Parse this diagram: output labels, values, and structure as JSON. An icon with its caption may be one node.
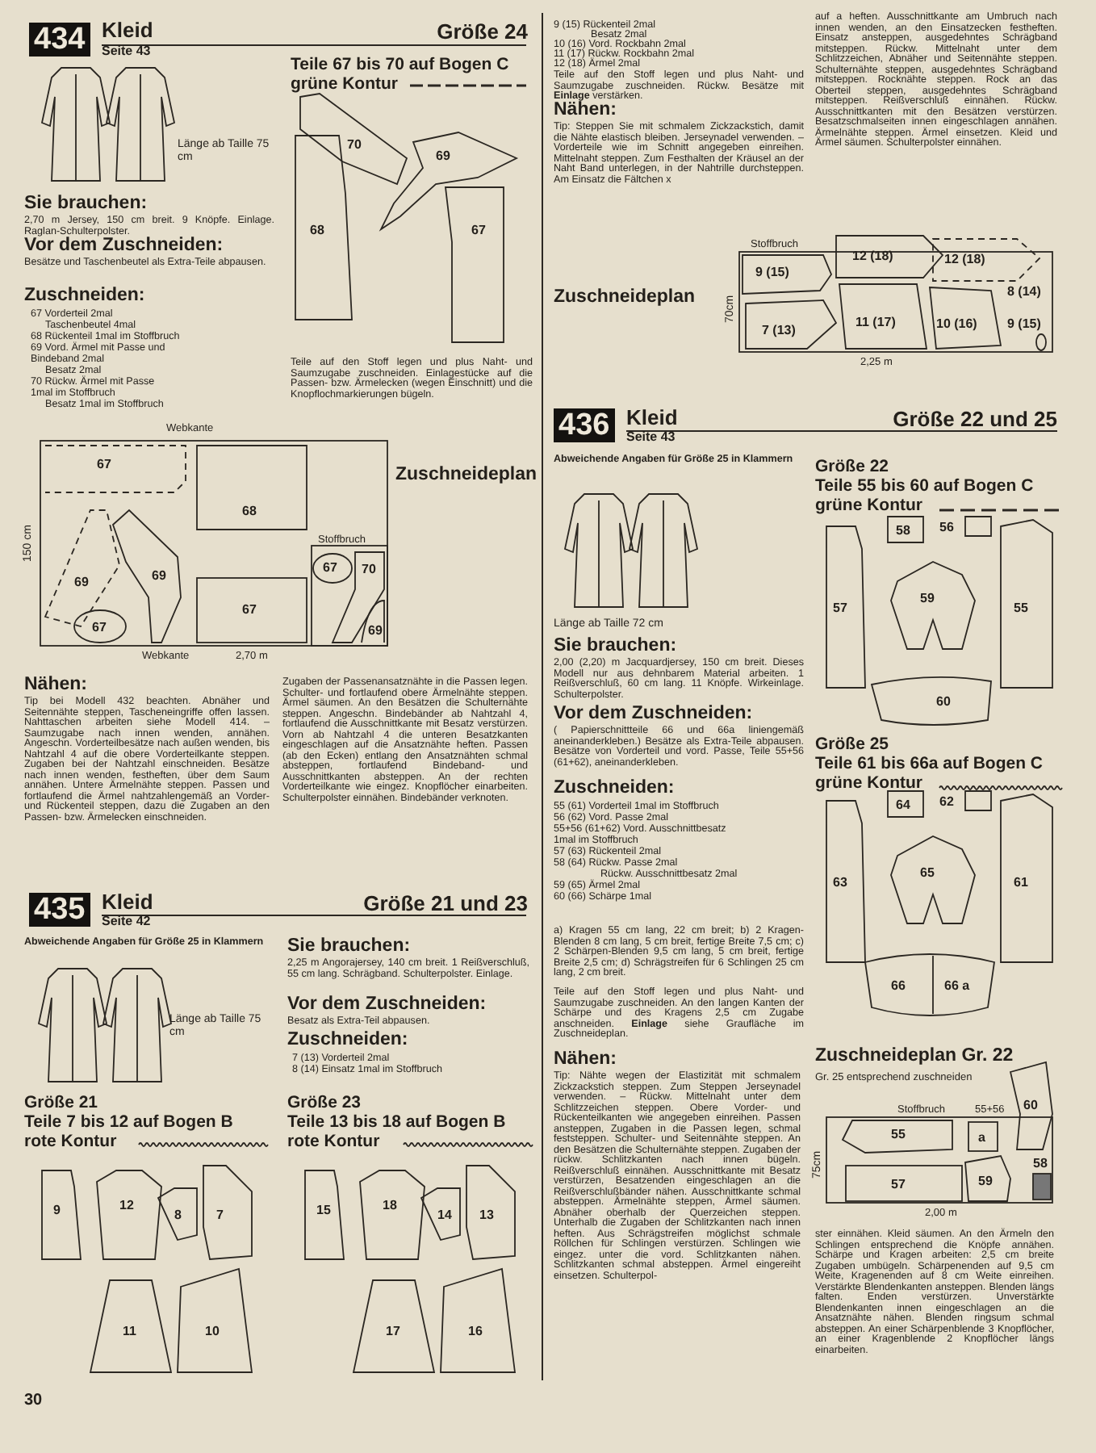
{
  "diagram": {
    "labels": [
      "434",
      "Kleid",
      "Seite 43",
      "Größe 24",
      "Teile 67 bis 70 auf Bogen C grüne Kontur",
      "Länge ab Taille 75 cm",
      "Sie brauchen:",
      "2,70 m Jersey, 150 cm breit. 9 Knöpfe. Einlage. Raglan-Schulterpolster.",
      "Vor dem Zuschneiden:",
      "Besätze und Taschenbeutel als Extra-Teile abpausen.",
      "Zuschneiden:",
      "67 Vorderteil 2mal",
      "Taschenbeutel 4mal",
      "68 Rückenteil 1mal im Stoffbruch",
      "69 Vord. Ärmel mit Passe und Bindeband 2mal",
      "Besatz 2mal",
      "70 Rückw. Ärmel mit Passe 1mal im Stoffbruch",
      "Besatz 1mal im Stoffbruch",
      "70",
      "69",
      "68",
      "67",
      "Teile auf den Stoff legen und plus Naht- und Saumzugabe zuschneiden. Einlagestücke auf die Passen- bzw. Ärmelecken (wegen Einschnitt) und die Knopflochmarkierungen bügeln.",
      "Webkante",
      "Zuschneideplan",
      "150 cm",
      "67",
      "68",
      "Stoffbruch",
      "69",
      "69",
      "67",
      "70",
      "67",
      "67",
      "69",
      "Webkante",
      "2,70 m",
      "Nähen:",
      "Tip bei Modell 432 beachten. Abnäher und Seitennähte steppen, Tascheneingriffe offen lassen. Nahttaschen arbeiten siehe Modell 414. – Saumzugabe nach innen wenden, annähen. Angeschn. Vorderteilbesätze nach außen wenden, bis Nahtzahl 4 auf die obere Vorderteilkante steppen. Zugaben bei der Nahtzahl einschneiden. Besätze nach innen wenden, festheften, über dem Saum annähen. Untere Ärmelnähte steppen. Passen und fortlaufend die Ärmel nahtzahlengemäß an Vorder- und Rückenteil steppen, dazu die Zugaben an den Passen- bzw. Ärmelecken einschneiden.",
      "Zugaben der Passenansatznähte in die Passen legen. Schulter- und fortlaufend obere Ärmelnähte steppen. Ärmel säumen. An den Besätzen die Schulternähte steppen. Angeschn. Bindebänder ab Nahtzahl 4, fortlaufend die Ausschnittkante mit Besatz verstürzen. Vorn ab Nahtzahl 4 die unteren Besatzkanten eingeschlagen auf die Ansatznähte heften. Passen (ab den Ecken) entlang den Ansatznähten schmal absteppen, fortlaufend Bindeband- und Ausschnittkanten absteppen. An der rechten Vorderteilkante wie eingez. Knopflöcher einarbeiten. Schulterpolster einnähen. Bindebänder verknoten.",
      "435",
      "Kleid",
      "Seite 42",
      "Größe 21 und 23",
      "Abweichende Angaben für Größe 25 in Klammern",
      "Sie brauchen:",
      "2,25 m Angorajersey, 140 cm breit. 1 Reißverschluß, 55 cm lang. Schrägband. Schulterpolster. Einlage.",
      "Länge ab Taille 75 cm",
      "Vor dem Zuschneiden:",
      "Besatz als Extra-Teil abpausen.",
      "Zuschneiden:",
      "7 (13) Vorderteil 2mal",
      "8 (14) Einsatz 1mal im Stoffbruch",
      "Größe 21",
      "Teile 7 bis 12 auf Bogen B rote Kontur",
      "Größe 23",
      "Teile 13 bis 18 auf Bogen B rote Kontur",
      "9",
      "12",
      "8",
      "7",
      "15",
      "18",
      "14",
      "13",
      "11",
      "10",
      "17",
      "16",
      "30",
      "9 (15) Rückenteil 2mal",
      "Besatz 2mal",
      "10 (16) Vord. Rockbahn 2mal",
      "11 (17) Rückw. Rockbahn 2mal",
      "12 (18) Ärmel 2mal",
      "Teile auf den Stoff legen und plus Naht- und Saumzugabe zuschneiden. Rückw. Besätze mit **Einlage** verstärken.",
      "Nähen:",
      "Tip: Steppen Sie mit schmalem Zickzackstich, damit die Nähte elastisch bleiben. Jerseynadel verwenden. – Vorderteile wie im Schnitt angegeben einreihen. Mittelnaht steppen. Zum Festhalten der Kräusel an der Naht Band unterlegen, in der Nahtrille durchsteppen. Am Einsatz die Fältchen x",
      "auf a heften. Ausschnittkante am Umbruch nach innen wenden, an den Einsatzecken festheften. Einsatz ansteppen, ausgedehntes Schrägband mitsteppen. Rückw. Mittelnaht unter dem Schlitzzeichen, Abnäher und Seitennähte steppen. Schulternähte steppen, ausgedehntes Schrägband mitsteppen. Rocknähte steppen. Rock an das Oberteil steppen, ausgedehntes Schrägband mitsteppen. Reißverschluß einnähen. Rückw. Ausschnittkanten mit den Besätzen verstürzen. Besatzschmalseiten innen eingeschlagen annähen. Ärmelnähte steppen. Ärmel einsetzen. Kleid und Ärmel säumen. Schulterpolster einnähen.",
      "Zuschneideplan",
      "Stoffbruch",
      "12 (18)",
      "12 (18)",
      "9 (15)",
      "70cm",
      "8 (14)",
      "7 (13)",
      "11 (17)",
      "10 (16)",
      "9 (15)",
      "2,25 m",
      "436",
      "Kleid",
      "Seite 43",
      "Größe 22 und 25",
      "Abweichende Angaben für Größe 25 in Klammern",
      "Größe 22",
      "Teile 55 bis 60 auf Bogen C grüne Kontur",
      "58",
      "56",
      "57",
      "59",
      "55",
      "60",
      "Länge ab Taille 72 cm",
      "Sie brauchen:",
      "2,00 (2,20) m Jacquardjersey, 150 cm breit. Dieses Modell nur aus dehnbarem Material arbeiten. 1 Reißverschluß, 60 cm lang. 11 Knöpfe. Wirkeinlage. Schulterpolster.",
      "Vor dem Zuschneiden:",
      "( Papierschnittteile 66 und 66a liniengemäß aneinanderkleben.) Besätze als Extra-Teile abpausen. Besätze von Vorderteil und vord. Passe, Teile 55+56 (61+62), aneinanderkleben.",
      "Größe 25",
      "Teile 61 bis 66a auf Bogen C grüne Kontur",
      "Zuschneiden:",
      "55 (61) Vorderteil 1mal im Stoffbruch",
      "56 (62) Vord. Passe 2mal",
      "55+56 (61+62) Vord. Ausschnittbesatz 1mal im Stoffbruch",
      "57 (63) Rückenteil 2mal",
      "58 (64) Rückw. Passe 2mal",
      "Rückw. Ausschnittbesatz 2mal",
      "59 (65) Ärmel 2mal",
      "60 (66) Schärpe 1mal",
      "64",
      "62",
      "63",
      "65",
      "61",
      "a) Kragen 55 cm lang, 22 cm breit; b) 2 Kragen-Blenden 8 cm lang, 5 cm breit, fertige Breite 7,5 cm; c) 2 Schärpen-Blenden 9,5 cm lang, 5 cm breit, fertige Breite 2,5 cm; d) Schrägstreifen für 6 Schlingen 25 cm lang, 2 cm breit.",
      "66",
      "66 a",
      "Teile auf den Stoff legen und plus Naht- und Saumzugabe zuschneiden. An den langen Kanten der Schärpe und des Kragens 2,5 cm Zugabe anschneiden. **Einlage** siehe Graufläche im Zuschneideplan.",
      "Nähen:",
      "Tip: Nähte wegen der Elastizität mit schmalem Zickzackstich steppen. Zum Steppen Jerseynadel verwenden. – Rückw. Mittelnaht unter dem Schlitzzeichen steppen. Obere Vorder- und Rückenteilkanten wie angegeben einreihen. Passen ansteppen, Zugaben in die Passen legen, schmal feststeppen. Schulter- und Seitennähte steppen. An den Besätzen die Schulternähte steppen. Zugaben der rückw. Schlitzkanten nach innen bügeln. Reißverschluß einnähen. Ausschnittkante mit Besatz verstürzen, Besatzenden eingeschlagen an die Reißverschlußbänder nähen. Ausschnittkante schmal absteppen. Ärmelnähte steppen, Ärmel säumen. Abnäher oberhalb der Querzeichen steppen. Unterhalb die Zugaben der Schlitzkanten nach innen heften. Aus Schrägstreifen möglichst schmale Röllchen für Schlingen verstürzen. Schlingen wie eingez. unter die vord. Schlitzkanten nähen. Schlitzkanten schmal absteppen. Ärmel eingereiht einsetzen. Schulterpol-",
      "Zuschneideplan Gr. 22",
      "Gr. 25 entsprechend zuschneiden",
      "Stoffbruch",
      "55+56",
      "60",
      "55",
      "a",
      "75cm",
      "57",
      "59",
      "58",
      "2,00 m",
      "ster einnähen. Kleid säumen. An den Ärmeln den Schlingen entsprechend die Knöpfe annähen. Schärpe und Kragen arbeiten: 2,5 cm breite Zugaben umbügeln. Schärpenenden auf 9,5 cm Weite, Kragenenden auf 8 cm Weite einreihen. Verstärkte Blendenkanten ansteppen. Blenden längs falten. Enden verstürzen. Unverstärkte Blendenkanten innen eingeschlagen an die Ansatznähte nähen. Blenden ringsum schmal absteppen. An einer Schärpenblende 3 Knopflöcher, an einer Kragenblende 2 Knopflöcher längs einarbeiten."
    ]
  }
}
